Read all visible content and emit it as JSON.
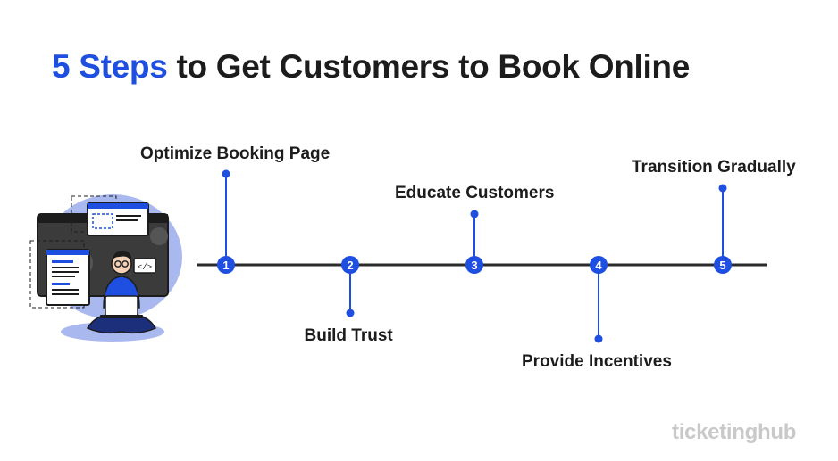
{
  "title": {
    "highlight": "5 Steps",
    "rest": " to Get Customers to Book Online"
  },
  "colors": {
    "accent": "#1f4fe0",
    "line": "#2a2a2a",
    "text": "#1c1c1c",
    "logo": "#c9c9c9"
  },
  "steps": [
    {
      "number": "1",
      "label": "Optimize Booking Page",
      "position": "above"
    },
    {
      "number": "2",
      "label": "Build Trust",
      "position": "below"
    },
    {
      "number": "3",
      "label": "Educate Customers",
      "position": "above"
    },
    {
      "number": "4",
      "label": "Provide Incentives",
      "position": "below"
    },
    {
      "number": "5",
      "label": "Transition Gradually",
      "position": "above"
    }
  ],
  "brand": {
    "name": "ticketinghub"
  },
  "illustration": {
    "icon": "developer-laptop-illustration",
    "code_icon": "</>"
  }
}
